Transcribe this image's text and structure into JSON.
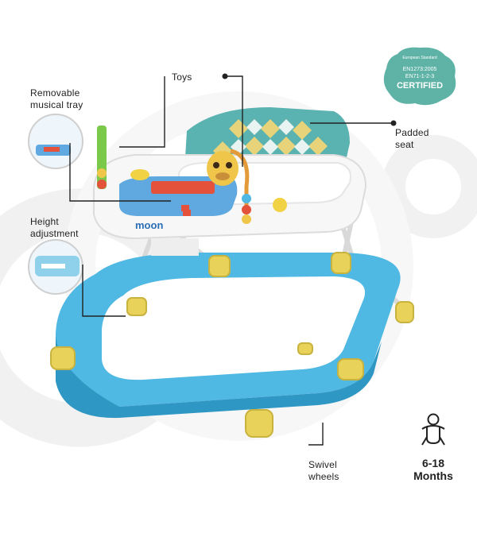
{
  "callouts": {
    "tray": "Removable musical tray",
    "toys": "Toys",
    "seat": "Padded seat",
    "height": "Height adjustment",
    "wheels": "Swivel wheels"
  },
  "brand": "moon",
  "certification": {
    "line1": "European Standard",
    "line2": "EN1273:2005",
    "line3": "EN71-1-2-3",
    "line4": "CERTIFIED"
  },
  "age": {
    "range": "6-18",
    "unit": "Months",
    "icon": "baby-icon"
  },
  "colors": {
    "walker_blue": "#4fb8e3",
    "wheel_yellow": "#e8d25a",
    "seat_teal": "#5ab3b0",
    "seat_yellow": "#e6d37a",
    "badge_teal": "#5fb3a6"
  }
}
